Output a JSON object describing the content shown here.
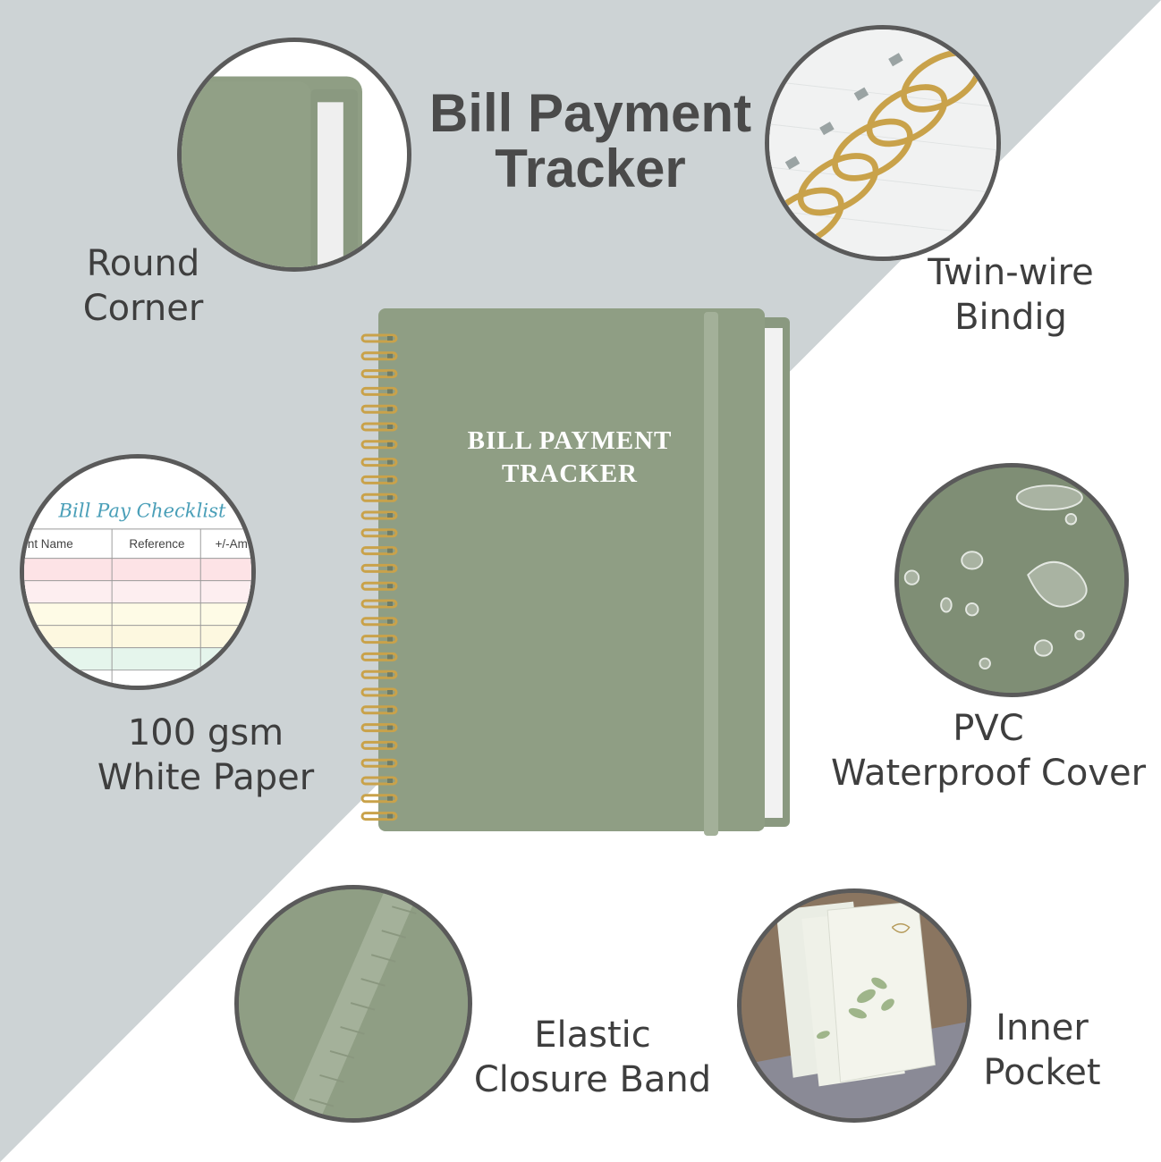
{
  "title": {
    "line1": "Bill Payment",
    "line2": "Tracker"
  },
  "cover": {
    "line1": "BILL PAYMENT",
    "line2": "TRACKER"
  },
  "features": [
    {
      "line1": "Round",
      "line2": "Corner"
    },
    {
      "line1": "Twin-wire",
      "line2": "Bindig"
    },
    {
      "line1": "100 gsm",
      "line2": "White Paper"
    },
    {
      "line1": "PVC",
      "line2": "Waterproof Cover"
    },
    {
      "line1": "Elastic",
      "line2": "Closure Band"
    },
    {
      "line1": "Inner",
      "line2": "Pocket"
    }
  ],
  "checklist": {
    "title": "Bill Pay Checklist",
    "columns": [
      "nt Name",
      "Reference",
      "+/-Am"
    ]
  },
  "colors": {
    "sage": "#8f9e84",
    "sage_dark": "#7f8e75",
    "diagonal_gray": "#cfd4d6",
    "gold": "#c9a24a",
    "title_text": "#4a4a4a"
  }
}
